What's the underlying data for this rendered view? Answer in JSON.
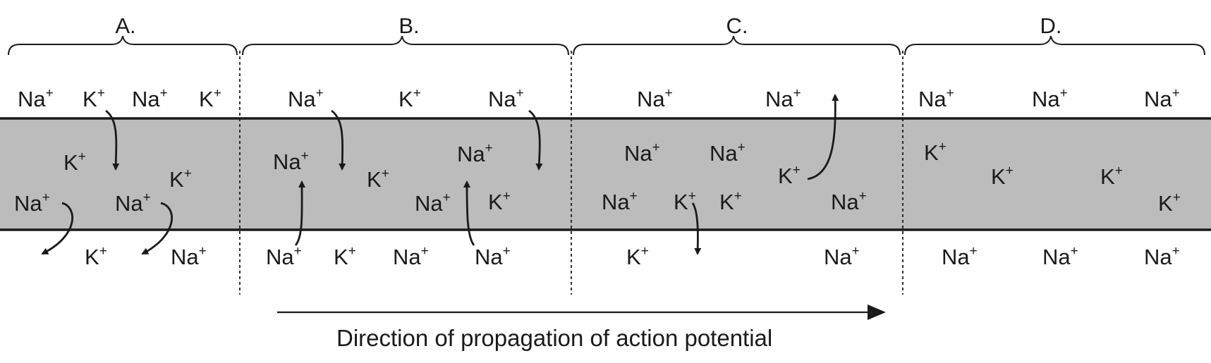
{
  "segments": [
    {
      "label": "A.",
      "outside_top": [
        "Na",
        "K",
        "Na",
        "K"
      ],
      "inside": [
        "K",
        "K",
        "Na",
        "Na"
      ],
      "outside_bottom": [
        "K",
        "Na"
      ]
    },
    {
      "label": "B.",
      "outside_top": [
        "Na",
        "K",
        "Na"
      ],
      "inside": [
        "Na",
        "Na",
        "K",
        "Na",
        "K"
      ],
      "outside_bottom": [
        "Na",
        "K",
        "Na",
        "Na"
      ]
    },
    {
      "label": "C.",
      "outside_top": [
        "Na",
        "Na"
      ],
      "inside": [
        "Na",
        "Na",
        "K",
        "Na",
        "K",
        "K",
        "Na"
      ],
      "outside_bottom": [
        "K",
        "Na"
      ]
    },
    {
      "label": "D.",
      "outside_top": [
        "Na",
        "Na",
        "Na"
      ],
      "inside": [
        "K",
        "K",
        "K",
        "K"
      ],
      "outside_bottom": [
        "Na",
        "Na",
        "Na"
      ]
    }
  ],
  "ion_symbols": {
    "sodium": "Na",
    "potassium": "K",
    "charge": "+"
  },
  "propagation_caption": "Direction of propagation of action potential",
  "colors": {
    "membrane_fill": "#bcbcbc",
    "ink": "#1a1a1a",
    "background": "#ffffff"
  }
}
